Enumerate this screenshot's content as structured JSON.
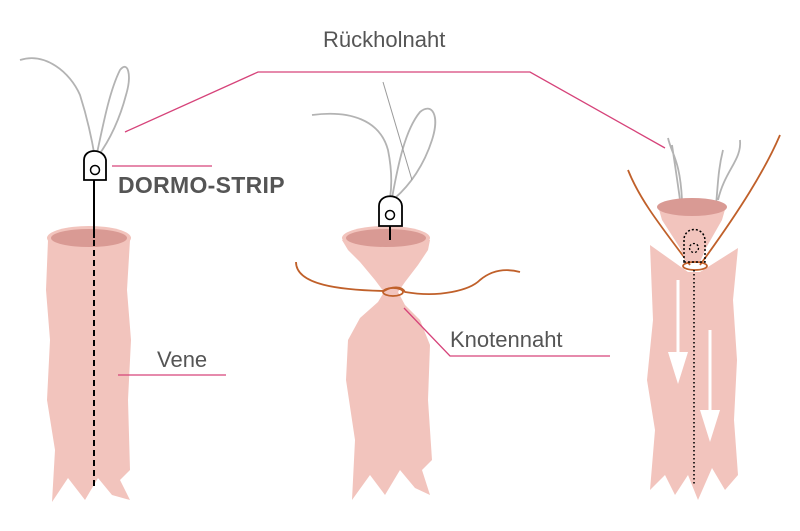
{
  "labels": {
    "retrieval_suture": "Rückholnaht",
    "device": "DORMO-STRIP",
    "vein": "Vene",
    "knot_suture": "Knotennaht"
  },
  "colors": {
    "vein_fill": "#f2c4bd",
    "vein_inner": "#d99a94",
    "leader_line": "#d6437a",
    "knot_thread": "#c0602a",
    "retrieval_thread": "#b3b3b3",
    "label_text": "#555555",
    "arrow": "#ffffff"
  },
  "icons": [
    "dormo-strip-head-icon",
    "down-arrow-icon"
  ]
}
